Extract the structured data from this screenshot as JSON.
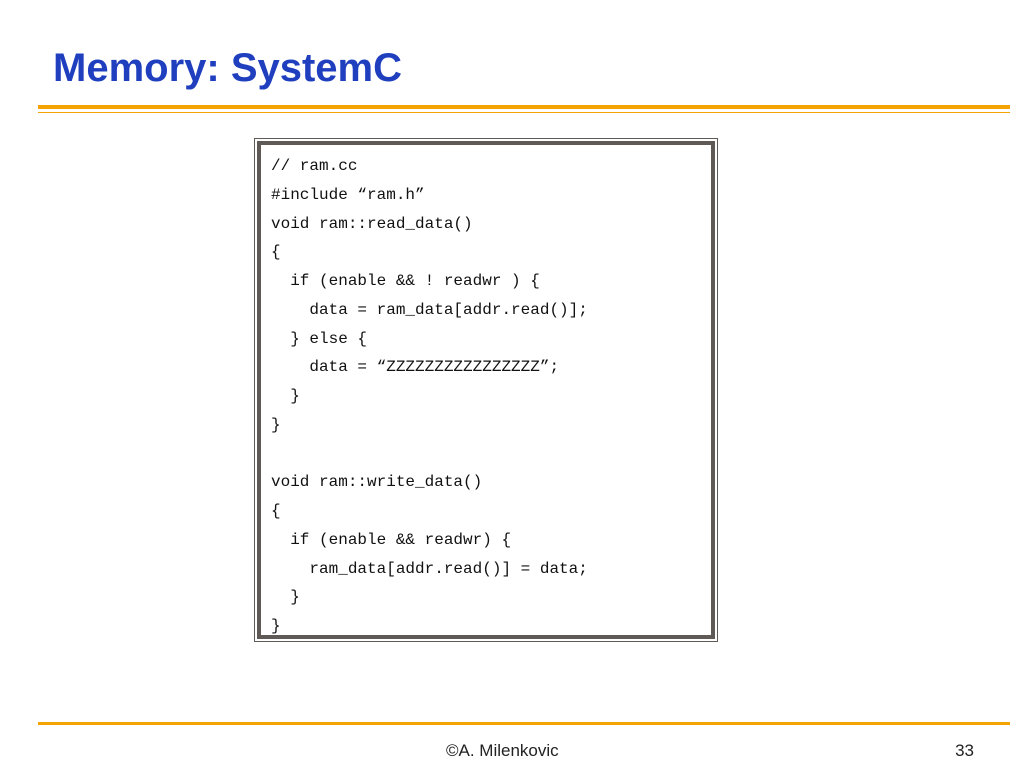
{
  "slide": {
    "title": "Memory: SystemC",
    "accent_color": "#f5a300",
    "title_color": "#1f3fbf"
  },
  "code": {
    "lines": [
      "// ram.cc",
      "#include “ram.h”",
      "void ram::read_data()",
      "{",
      "  if (enable && ! readwr ) {",
      "    data = ram_data[addr.read()];",
      "  } else {",
      "    data = “ZZZZZZZZZZZZZZZZ”;",
      "  }",
      "}",
      "",
      "void ram::write_data()",
      "{",
      "  if (enable && readwr) {",
      "    ram_data[addr.read()] = data;",
      "  }",
      "}"
    ]
  },
  "footer": {
    "author": "©A. Milenkovic",
    "page_number": "33"
  }
}
